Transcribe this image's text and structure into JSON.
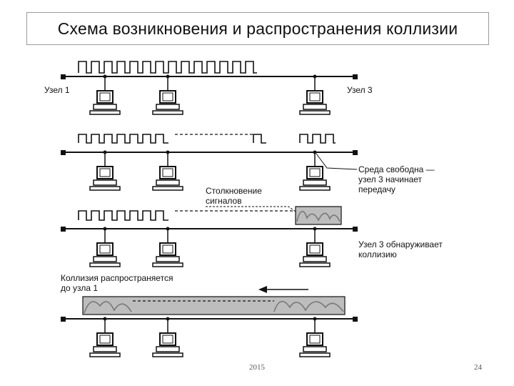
{
  "title": "Схема возникновения и распространения коллизии",
  "labels": {
    "node1": "Узел 1",
    "node3": "Узел 3",
    "medium_free_1": "Среда свободна —",
    "medium_free_2": "узел 3 начинает",
    "medium_free_3": "передачу",
    "collision_1": "Столкновение",
    "collision_2": "сигналов",
    "detect_1": "Узел 3 обнаруживает",
    "detect_2": "коллизию",
    "propagate_1": "Коллизия распространяется",
    "propagate_2": "до узла 1"
  },
  "footer": {
    "year": "2015",
    "page": "24"
  },
  "colors": {
    "line": "#111111",
    "noise_fill": "#bdbdbd",
    "noise_wave": "#777777"
  }
}
